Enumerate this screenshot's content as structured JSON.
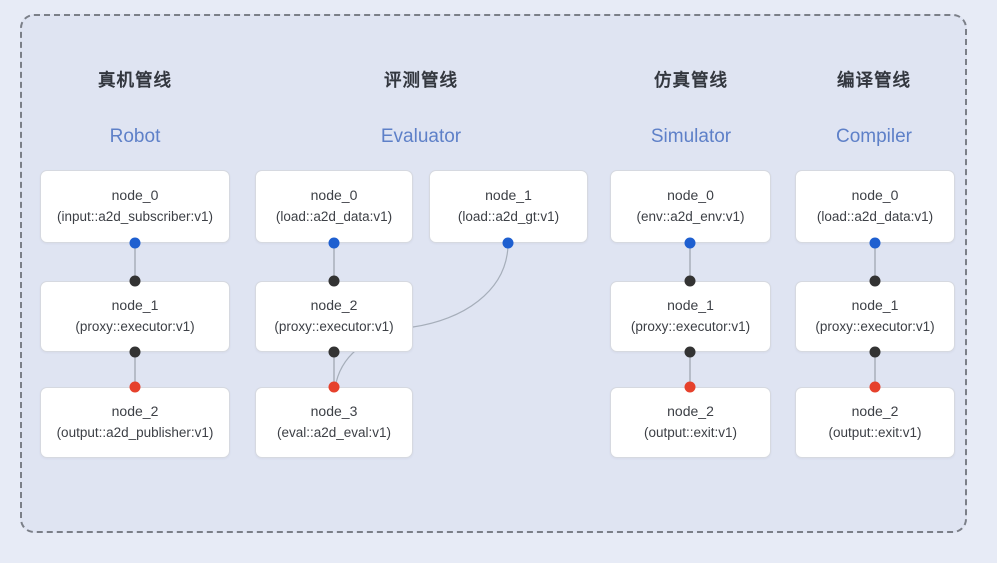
{
  "diagram": {
    "pipelines": [
      {
        "title_zh": "真机管线",
        "title_en": "Robot",
        "nodes": [
          {
            "label": "node_0",
            "detail": "(input::a2d_subscriber:v1)"
          },
          {
            "label": "node_1",
            "detail": "(proxy::executor:v1)"
          },
          {
            "label": "node_2",
            "detail": "(output::a2d_publisher:v1)"
          }
        ]
      },
      {
        "title_zh": "评测管线",
        "title_en": "Evaluator",
        "nodes": [
          {
            "label": "node_0",
            "detail": "(load::a2d_data:v1)"
          },
          {
            "label": "node_1",
            "detail": "(load::a2d_gt:v1)"
          },
          {
            "label": "node_2",
            "detail": "(proxy::executor:v1)"
          },
          {
            "label": "node_3",
            "detail": "(eval::a2d_eval:v1)"
          }
        ]
      },
      {
        "title_zh": "仿真管线",
        "title_en": "Simulator",
        "nodes": [
          {
            "label": "node_0",
            "detail": "(env::a2d_env:v1)"
          },
          {
            "label": "node_1",
            "detail": "(proxy::executor:v1)"
          },
          {
            "label": "node_2",
            "detail": "(output::exit:v1)"
          }
        ]
      },
      {
        "title_zh": "编译管线",
        "title_en": "Compiler",
        "nodes": [
          {
            "label": "node_0",
            "detail": "(load::a2d_data:v1)"
          },
          {
            "label": "node_1",
            "detail": "(proxy::executor:v1)"
          },
          {
            "label": "node_2",
            "detail": "(output::exit:v1)"
          }
        ]
      }
    ],
    "colors": {
      "bg_outer": "#e7ebf6",
      "bg_inner": "#dfe4f2",
      "dash_border": "#7b7f88",
      "node_bg": "#ffffff",
      "node_border": "#d6d9e0",
      "node_text": "#3d4046",
      "title_zh": "#33373f",
      "title_en": "#5e80c8",
      "dot_blue": "#1e5fd0",
      "dot_black": "#333333",
      "dot_red": "#e6412c",
      "edge_color": "#9aa1ac",
      "curve_color": "#a6aeba"
    }
  }
}
